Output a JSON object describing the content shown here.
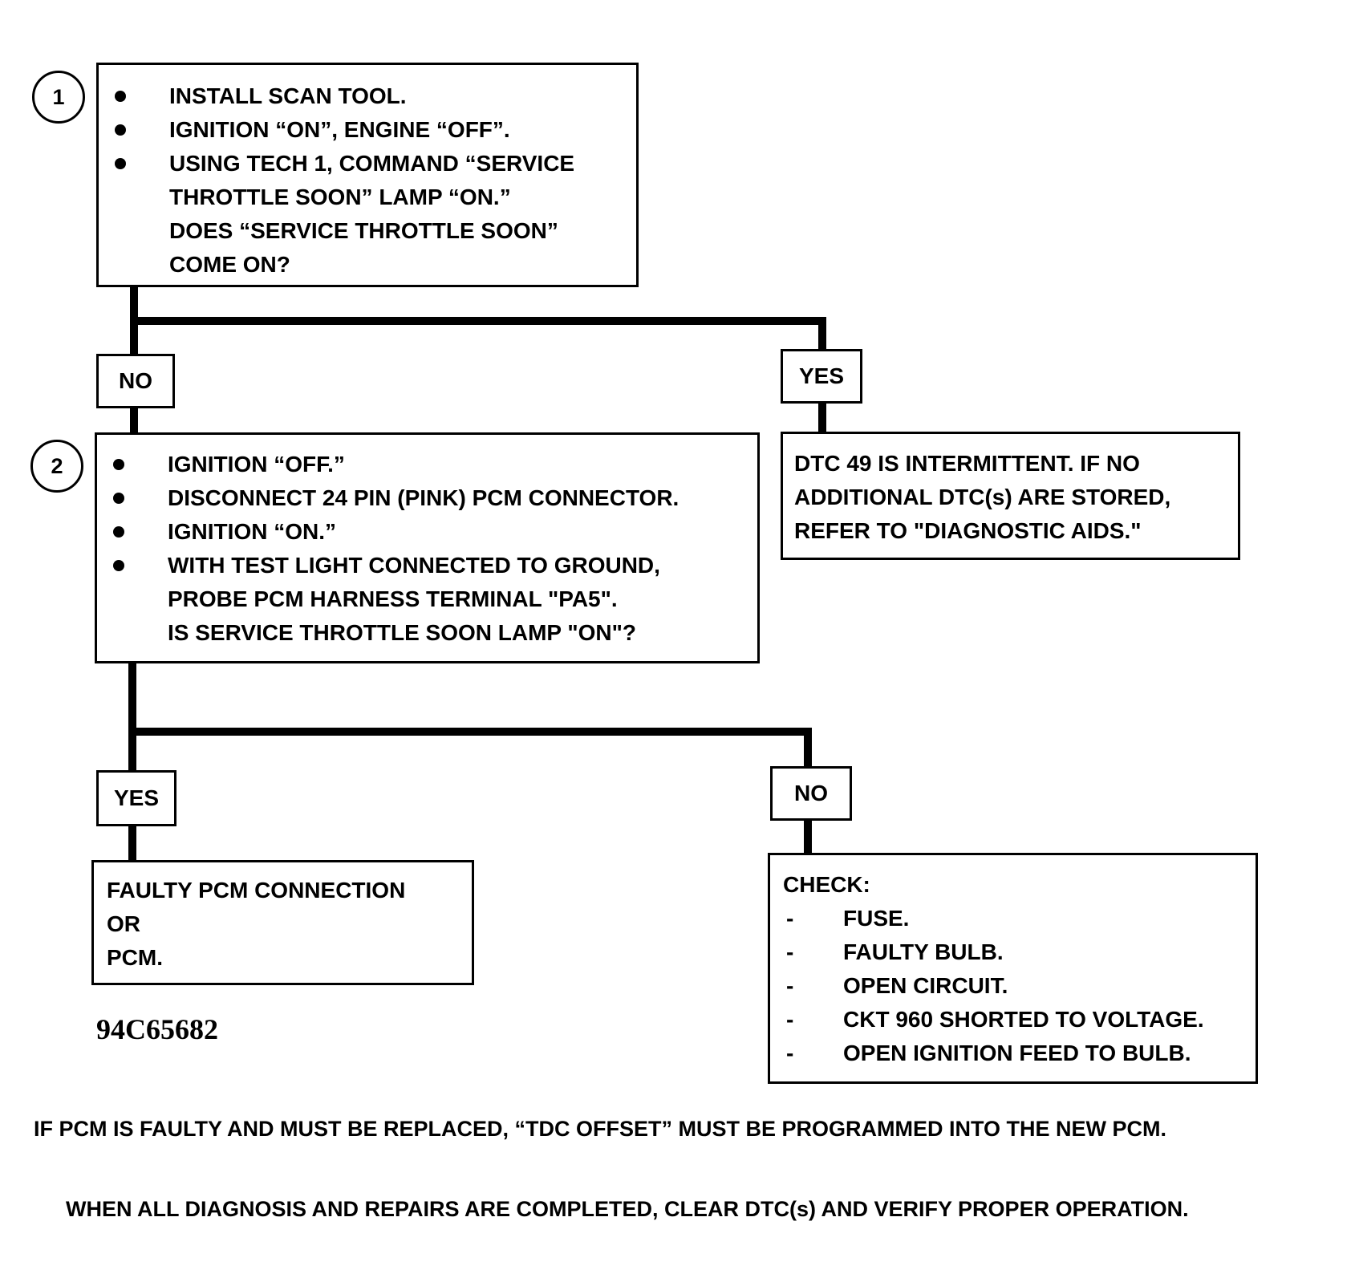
{
  "step1": {
    "number": "1",
    "bullets": [
      "INSTALL SCAN TOOL.",
      "IGNITION “ON”, ENGINE “OFF”.",
      "USING TECH 1, COMMAND “SERVICE"
    ],
    "continuation": [
      "THROTTLE SOON” LAMP “ON.”",
      "DOES “SERVICE THROTTLE SOON”",
      "COME ON?"
    ]
  },
  "branch1": {
    "no_label": "NO",
    "yes_label": "YES"
  },
  "result_yes1": {
    "lines": [
      "DTC 49 IS INTERMITTENT.  IF NO",
      "ADDITIONAL DTC(s) ARE STORED,",
      "REFER TO \"DIAGNOSTIC AIDS.\""
    ]
  },
  "step2": {
    "number": "2",
    "bullets": [
      "IGNITION “OFF.”",
      "DISCONNECT 24 PIN (PINK) PCM CONNECTOR.",
      "IGNITION “ON.”",
      "WITH TEST LIGHT CONNECTED TO GROUND,"
    ],
    "continuation": [
      "PROBE PCM HARNESS TERMINAL \"PA5\".",
      "IS SERVICE THROTTLE SOON LAMP \"ON\"?"
    ]
  },
  "branch2": {
    "yes_label": "YES",
    "no_label": "NO"
  },
  "result_yes2": {
    "lines": [
      "FAULTY PCM CONNECTION",
      "OR",
      "PCM."
    ]
  },
  "result_no2": {
    "heading": "CHECK:",
    "items": [
      "FUSE.",
      "FAULTY BULB.",
      "OPEN CIRCUIT.",
      "CKT 960 SHORTED TO VOLTAGE.",
      "OPEN IGNITION FEED TO BULB."
    ],
    "dash": "-"
  },
  "figure_code": "94C65682",
  "notes": [
    "IF PCM IS FAULTY AND MUST BE REPLACED, “TDC OFFSET” MUST BE PROGRAMMED INTO THE NEW PCM.",
    "WHEN ALL DIAGNOSIS AND REPAIRS ARE COMPLETED, CLEAR DTC(s) AND VERIFY PROPER OPERATION."
  ]
}
